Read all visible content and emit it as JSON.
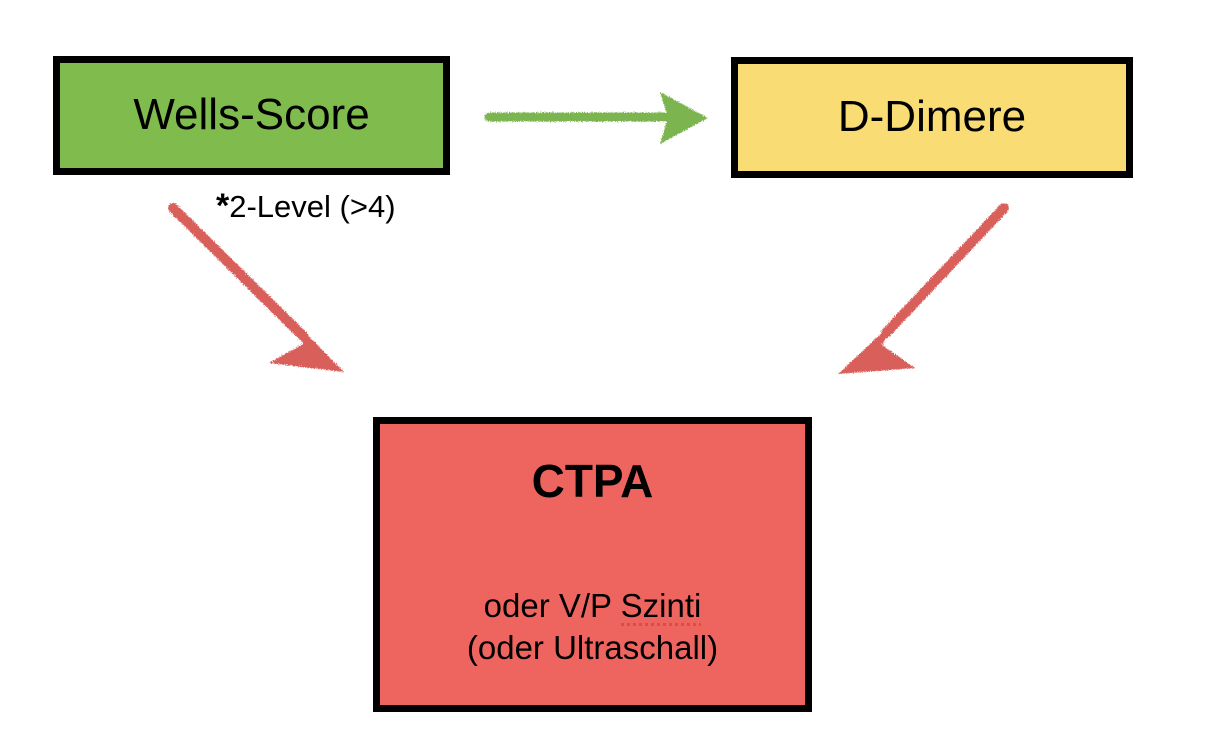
{
  "diagram": {
    "title": "Wells-Score / D-Dimere / CTPA decision flow",
    "background_color": "#FFFFFF",
    "nodes": [
      {
        "id": "wells",
        "label": "Wells-Score",
        "fill": "#7FBB4D",
        "border_color": "#000000"
      },
      {
        "id": "ddimer",
        "label": "D-Dimere",
        "fill": "#F9DC73",
        "border_color": "#000000"
      },
      {
        "id": "ctpa",
        "title": "CTPA",
        "sub_line_1_a": "oder V/P ",
        "sub_line_1_b": "Szinti",
        "sub_line_2": "(oder Ultraschall)",
        "fill": "#EE6560",
        "border_color": "#000000"
      }
    ],
    "annotations": [
      {
        "id": "two-level",
        "asterisk": "*",
        "text": "2-Level (>4)"
      }
    ],
    "arrows": [
      {
        "id": "wells-to-ddimer",
        "color": "#7CB54F",
        "from": "wells",
        "to": "ddimer",
        "style": "textured-straight"
      },
      {
        "id": "wells-to-ctpa",
        "color": "#D9605A",
        "from": "wells",
        "to": "ctpa",
        "style": "textured-diagonal"
      },
      {
        "id": "ddimer-to-ctpa",
        "color": "#D9605A",
        "from": "ddimer",
        "to": "ctpa",
        "style": "textured-diagonal"
      }
    ]
  }
}
